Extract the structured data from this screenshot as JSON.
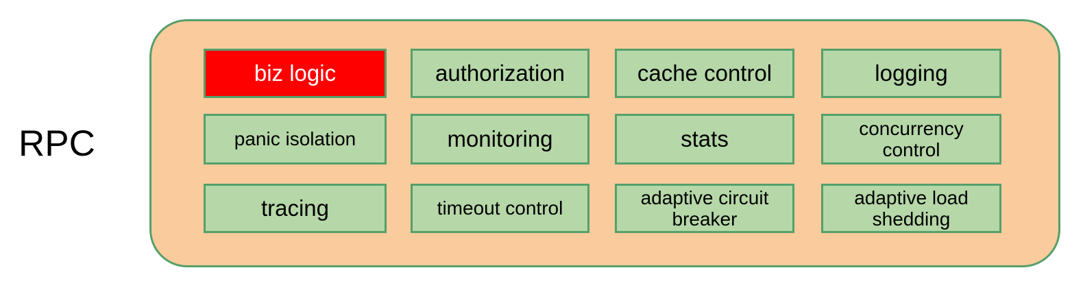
{
  "diagram": {
    "label": "RPC",
    "container": {
      "boxes": [
        {
          "label": "biz logic",
          "highlighted": true
        },
        {
          "label": "authorization",
          "highlighted": false
        },
        {
          "label": "cache control",
          "highlighted": false
        },
        {
          "label": "logging",
          "highlighted": false
        },
        {
          "label": "panic isolation",
          "highlighted": false
        },
        {
          "label": "monitoring",
          "highlighted": false
        },
        {
          "label": "stats",
          "highlighted": false
        },
        {
          "label": "concurrency\ncontrol",
          "highlighted": false
        },
        {
          "label": "tracing",
          "highlighted": false
        },
        {
          "label": "timeout control",
          "highlighted": false
        },
        {
          "label": "adaptive circuit\nbreaker",
          "highlighted": false
        },
        {
          "label": "adaptive load\nshedding",
          "highlighted": false
        }
      ]
    },
    "colors": {
      "container_fill": "#FACB9C",
      "border_green": "#55A06A",
      "box_fill": "#B6D7A8",
      "highlight_fill": "#FF0000",
      "text": "#000000",
      "highlight_text": "#FFFFFF"
    }
  }
}
